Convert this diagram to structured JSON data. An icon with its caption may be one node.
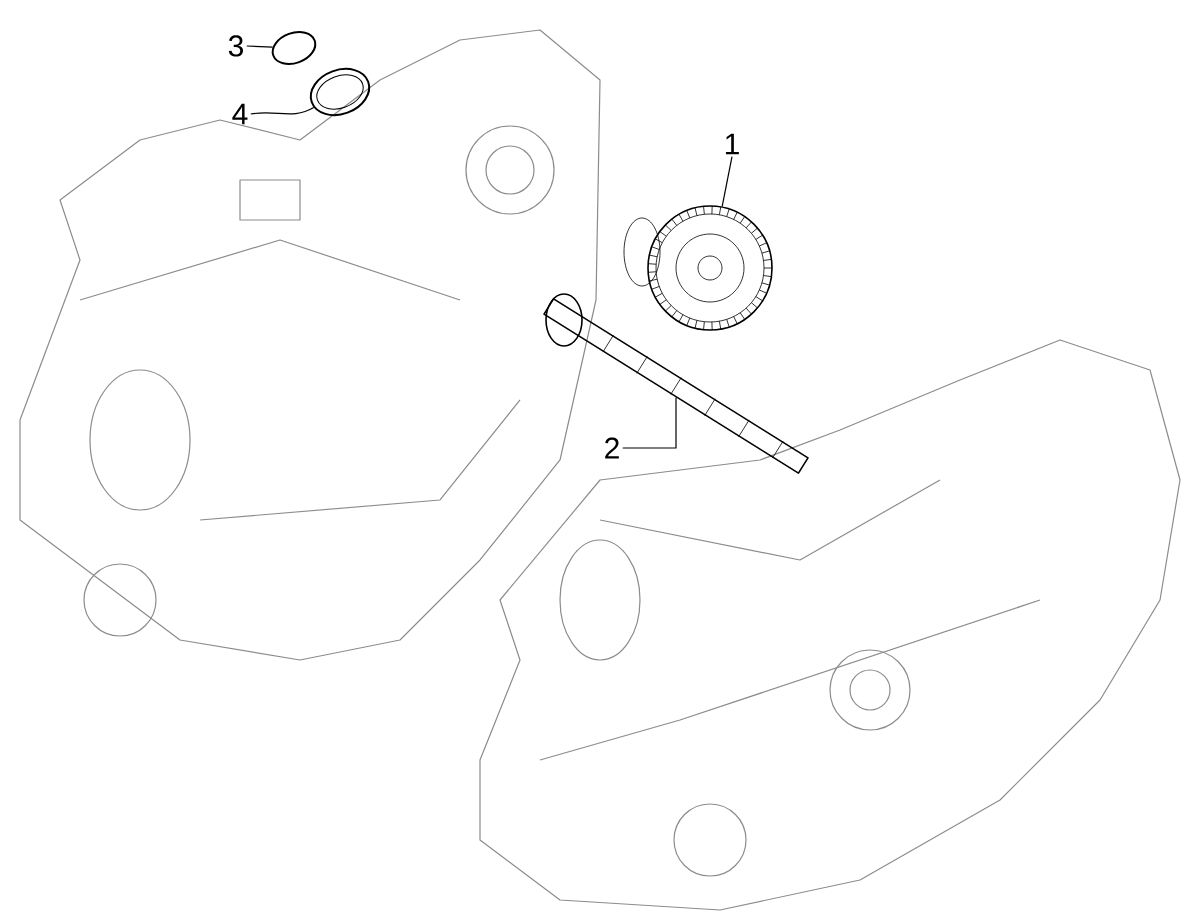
{
  "diagram": {
    "nodes": [
      {
        "text": [
          "1"
        ]
      },
      {
        "text": [
          "2"
        ]
      },
      {
        "text": [
          "3"
        ]
      },
      {
        "text": [
          "4"
        ]
      },
      {
        "text": [],
        "shape": "picture"
      },
      {
        "text": [],
        "shape": "picture"
      },
      {
        "text": [],
        "shape": "picture"
      },
      {
        "text": [],
        "shape": "picture"
      }
    ],
    "edges": [
      {
        "from": 0,
        "to": 4,
        "arrow": "none"
      },
      {
        "from": 1,
        "to": 5,
        "arrow": "none"
      },
      {
        "from": 2,
        "to": 6,
        "arrow": "none"
      },
      {
        "from": 3,
        "to": 7,
        "arrow": "none"
      }
    ]
  }
}
